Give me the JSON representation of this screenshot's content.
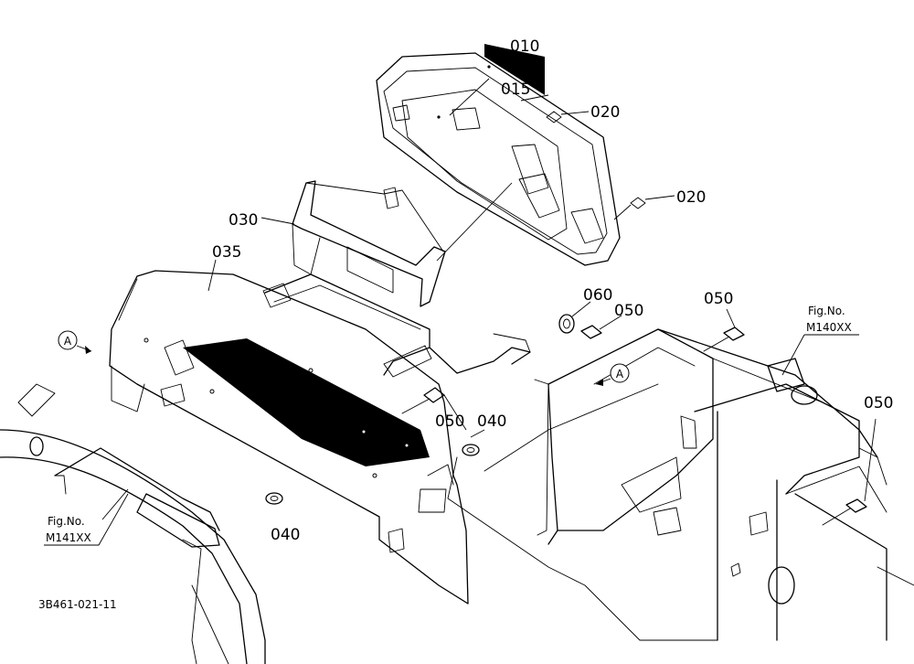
{
  "callouts": [
    {
      "id": "010",
      "text": "010"
    },
    {
      "id": "015",
      "text": "015"
    },
    {
      "id": "020a",
      "text": "020"
    },
    {
      "id": "020b",
      "text": "020"
    },
    {
      "id": "030",
      "text": "030"
    },
    {
      "id": "035",
      "text": "035"
    },
    {
      "id": "060",
      "text": "060"
    },
    {
      "id": "050a",
      "text": "050"
    },
    {
      "id": "050b",
      "text": "050"
    },
    {
      "id": "050c",
      "text": "050"
    },
    {
      "id": "050d",
      "text": "050"
    },
    {
      "id": "040a",
      "text": "040"
    },
    {
      "id": "040b",
      "text": "040"
    }
  ],
  "refs": {
    "ref_right": {
      "line1": "Fig.No.",
      "line2": "M140XX"
    },
    "ref_left": {
      "line1": "Fig.No.",
      "line2": "M141XX"
    }
  },
  "view_markers": [
    {
      "id": "left",
      "text": "A"
    },
    {
      "id": "right",
      "text": "A"
    }
  ],
  "drawing_number": "3B461-021-11"
}
